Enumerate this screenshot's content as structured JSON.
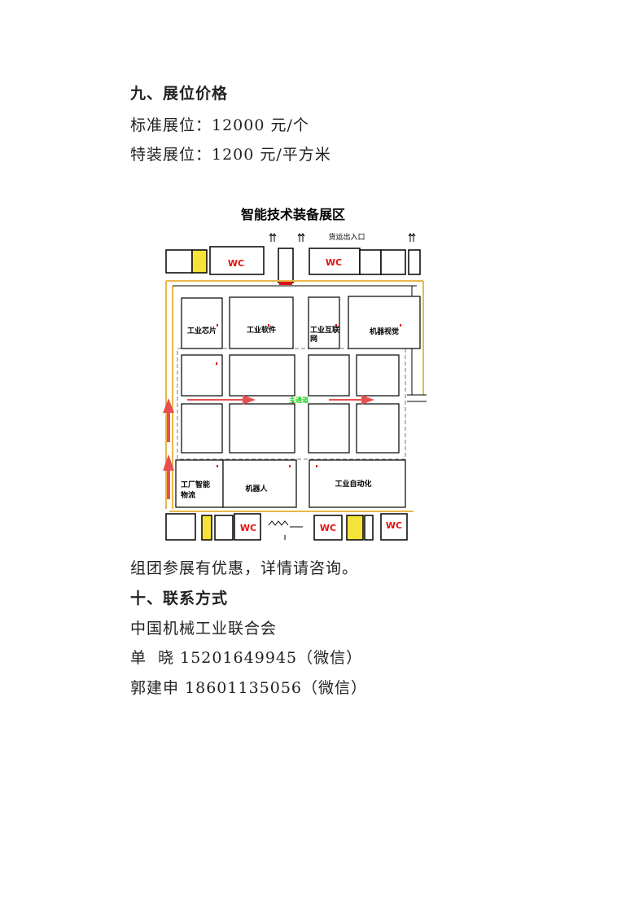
{
  "section9": {
    "heading": "九、展位价格",
    "standard_booth": "标准展位：12000 元/个",
    "special_booth": "特装展位：1200 元/平方米"
  },
  "floorplan": {
    "title": "智能技术装备展区",
    "cargo_entrance": "货运出入口",
    "wc": "WC",
    "main_aisle": "主通道",
    "halls": {
      "industrial_chip": "工业芯片",
      "industrial_software": "工业软件",
      "industrial_internet_1": "工业互联",
      "industrial_internet_2": "网",
      "machine_vision": "机器视觉",
      "smart_logistics_1": "工厂智能",
      "smart_logistics_2": "物流",
      "robot": "机器人",
      "industrial_automation": "工业自动化"
    },
    "colors": {
      "wall": "#000000",
      "corridor": "#e8b84a",
      "arrow": "#e85050",
      "marker": "#e01010",
      "aisle_text": "#22cc22"
    }
  },
  "group_note": "组团参展有优惠，详情请咨询。",
  "section10": {
    "heading": "十、联系方式",
    "org": "中国机械工业联合会",
    "contact1": "单  晓 15201649945（微信）",
    "contact2": "郭建申 18601135056（微信）"
  }
}
